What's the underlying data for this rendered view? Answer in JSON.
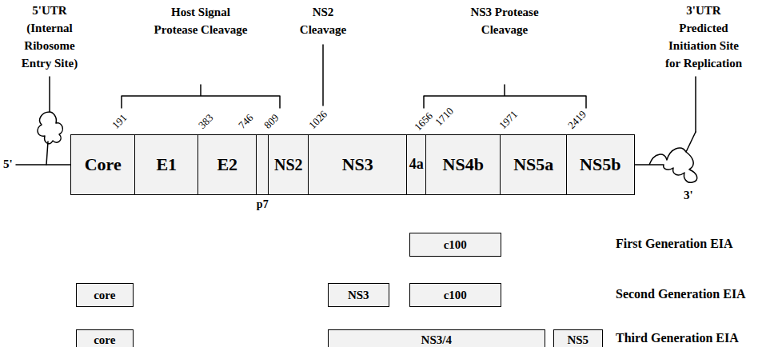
{
  "diagram": {
    "nodes": [
      {
        "text": [
          "Core"
        ]
      },
      {
        "text": [
          "E1"
        ]
      },
      {
        "text": [
          "E2"
        ]
      },
      {
        "text": [
          "p7"
        ]
      },
      {
        "text": [
          "NS2"
        ]
      },
      {
        "text": [
          "NS3"
        ]
      },
      {
        "text": [
          "4a"
        ]
      },
      {
        "text": [
          "NS4b"
        ]
      },
      {
        "text": [
          "NS5a"
        ]
      },
      {
        "text": [
          "NS5b"
        ]
      },
      {
        "text": [
          "c100"
        ]
      },
      {
        "text": [
          "core"
        ]
      },
      {
        "text": [
          "NS3"
        ]
      },
      {
        "text": [
          "c100"
        ]
      },
      {
        "text": [
          "core"
        ]
      },
      {
        "text": [
          "NS3/4"
        ]
      },
      {
        "text": [
          "NS5"
        ]
      }
    ],
    "labels": [
      "5'UTR (Internal Ribosome Entry Site)",
      "Host Signal Protease Cleavage",
      "NS2 Cleavage",
      "NS3 Protease Cleavage",
      "3'UTR Predicted Initiation Site for Replication",
      "191",
      "383",
      "746",
      "809",
      "1026",
      "1656",
      "1710",
      "1971",
      "2419",
      "5'",
      "3'",
      "First Generation EIA",
      "Second Generation EIA",
      "Third Generation EIA"
    ]
  }
}
